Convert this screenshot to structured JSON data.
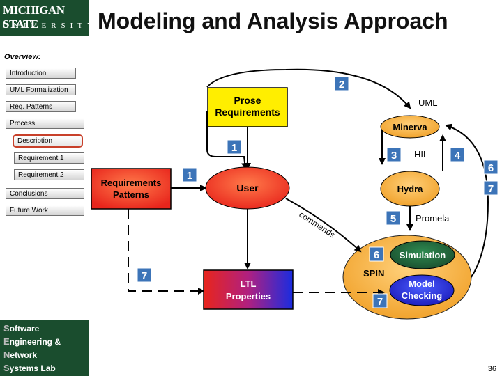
{
  "header": {
    "title": "Modeling and Analysis Approach"
  },
  "logo": {
    "line1": "MICHIGAN STATE",
    "line2": "UNIVERSITY"
  },
  "sidebar": {
    "overview_label": "Overview:",
    "items": [
      {
        "label": "Introduction",
        "selected": false
      },
      {
        "label": "UML Formalization",
        "selected": false
      },
      {
        "label": "Req. Patterns",
        "selected": false
      },
      {
        "label": "Process",
        "selected": false
      },
      {
        "label": "Description",
        "selected": true
      },
      {
        "label": "Requirement 1",
        "selected": false
      },
      {
        "label": "Requirement 2",
        "selected": false
      },
      {
        "label": "Conclusions",
        "selected": false
      },
      {
        "label": "Future Work",
        "selected": false
      }
    ]
  },
  "lab": {
    "rows": [
      {
        "cap": "S",
        "rest": "oftware"
      },
      {
        "cap": "E",
        "rest": "ngineering &"
      },
      {
        "cap": "N",
        "rest": "etwork"
      },
      {
        "cap": "S",
        "rest": "ystems Lab"
      }
    ]
  },
  "diagram": {
    "nodes": {
      "prose": "Prose Requirements",
      "req_patterns": "Requirements Patterns",
      "user": "User",
      "minerva": "Minerva",
      "hydra": "Hydra",
      "ltl": "LTL Properties",
      "simulation": "Simulation",
      "model_checking": "Model Checking"
    },
    "labels": {
      "uml": "UML",
      "hil": "HIL",
      "promela": "Promela",
      "spin": "SPIN",
      "commands": "commands"
    },
    "badges": [
      "2",
      "1",
      "1",
      "3",
      "4",
      "6",
      "7",
      "5",
      "6",
      "7",
      "7"
    ],
    "colors": {
      "badge": "#3c74b8",
      "orange": "#f0a028",
      "red": "#e8251c",
      "yellow": "#ffee00",
      "green": "#1a4d2e"
    }
  },
  "footer": {
    "page_number": "36"
  }
}
